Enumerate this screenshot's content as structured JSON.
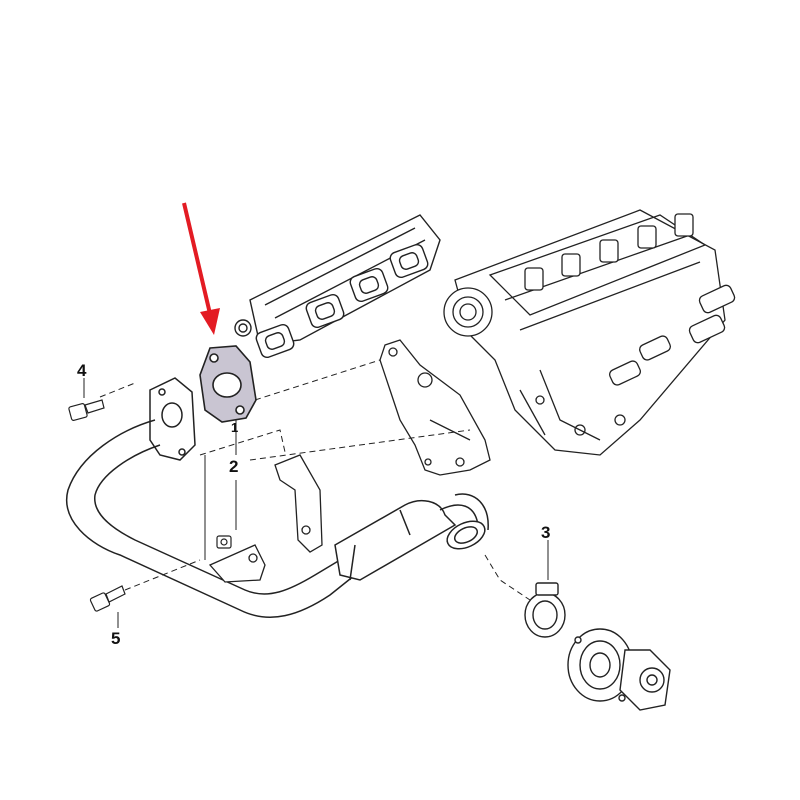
{
  "callouts": {
    "c1": "1",
    "c2": "2",
    "c3": "3",
    "c4": "4",
    "c5": "5"
  },
  "colors": {
    "line": "#222222",
    "gasket_fill": "#c9c5d2",
    "arrow": "#e31b23",
    "background": "#ffffff"
  },
  "icons": {
    "pointer": "arrow-down-right-icon"
  }
}
